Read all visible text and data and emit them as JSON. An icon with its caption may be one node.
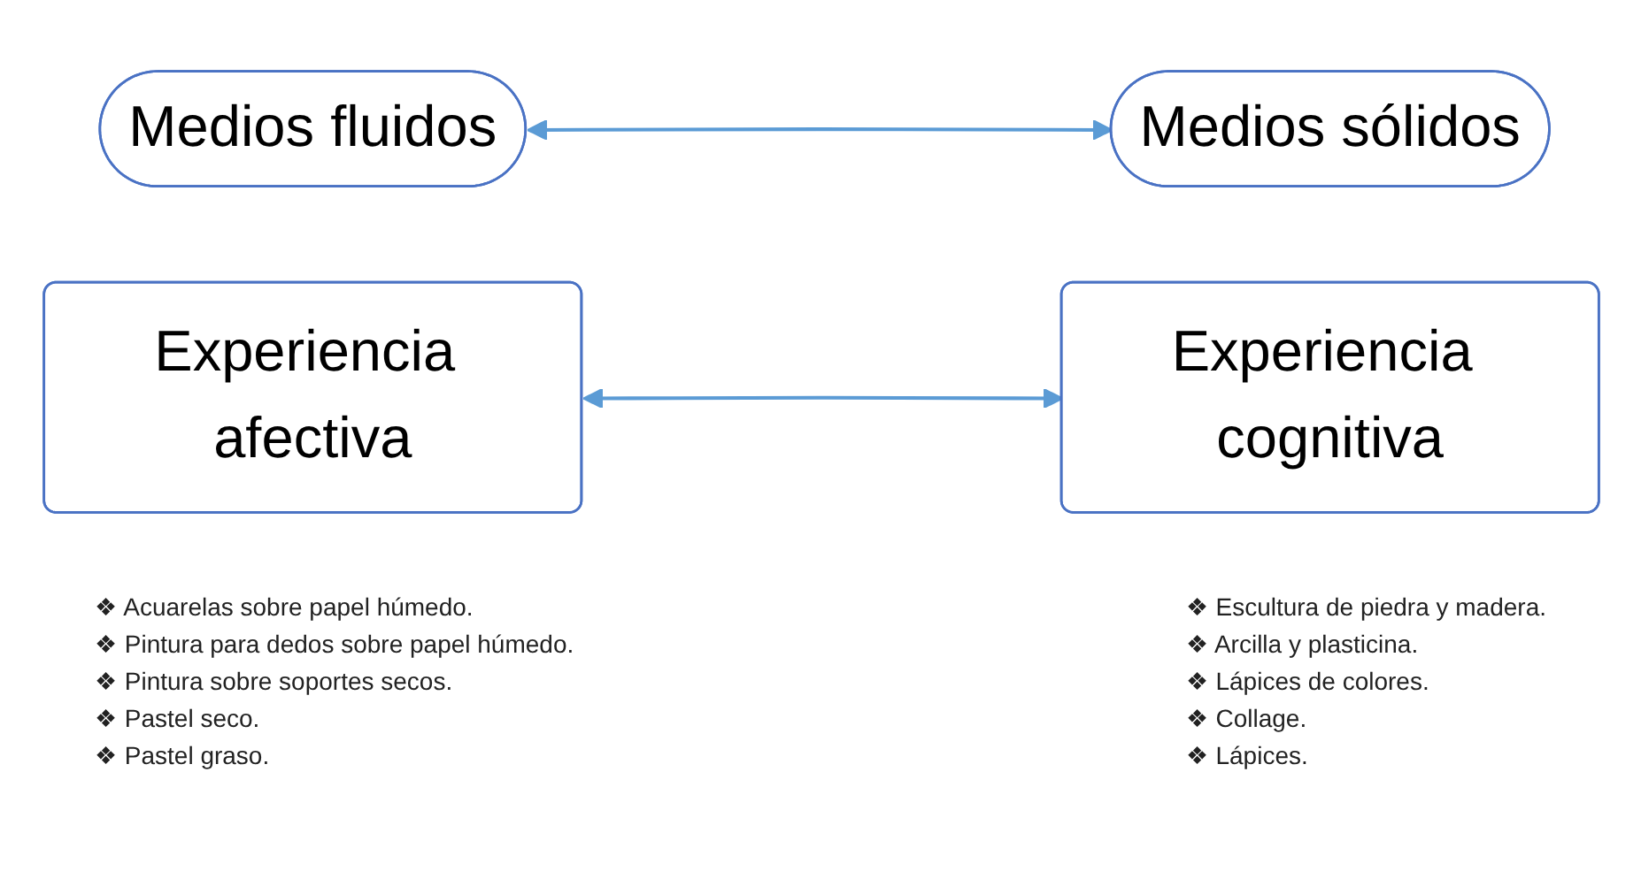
{
  "diagram": {
    "nodes": [
      {
        "text": [
          "Medios fluidos"
        ]
      },
      {
        "text": [
          "Medios sólidos"
        ]
      },
      {
        "text": [
          "Experiencia afectiva"
        ]
      },
      {
        "text": [
          "Experiencia cognitiva"
        ]
      }
    ],
    "edges": [
      {
        "from": 0,
        "to": 1,
        "arrow": "both"
      },
      {
        "from": 2,
        "to": 3,
        "arrow": "both"
      }
    ],
    "labels": [
      "❖ Acuarelas sobre papel húmedo.",
      "❖ Pintura para dedos sobre papel húmedo.",
      "❖ Pintura sobre soportes secos.",
      "❖ Pastel seco.",
      "❖ Pastel graso.",
      "❖ Escultura de piedra y madera.",
      "❖ Arcilla y plasticina.",
      "❖ Lápices de colores.",
      "❖ Collage.",
      "❖ Lápices."
    ]
  }
}
